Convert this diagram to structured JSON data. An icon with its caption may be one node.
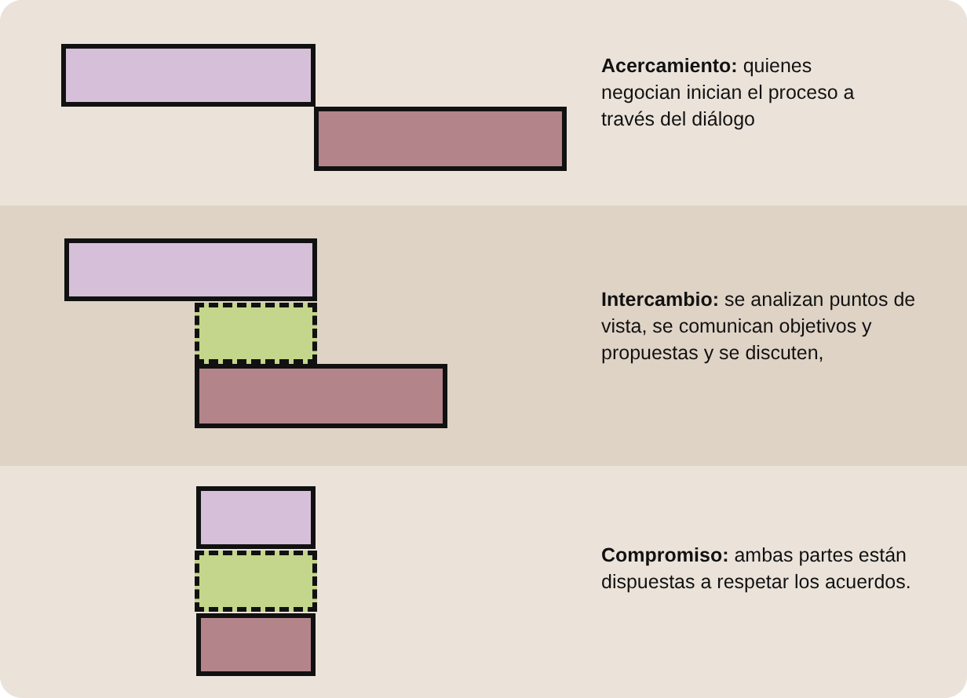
{
  "diagram": {
    "nodes": [
      {
        "text": [
          "**Acercamiento:** quienes negocian inician el proceso a través del diálogo"
        ]
      },
      {
        "text": [],
        "shape": "bar",
        "in": 0
      },
      {
        "text": [],
        "shape": "bar",
        "in": 0
      },
      {
        "text": [
          "**Intercambio:** se analizan puntos de vista, se comunican  objetivos y propuestas y se discuten,"
        ]
      },
      {
        "text": [],
        "shape": "bar",
        "in": 3
      },
      {
        "text": [],
        "shape": "bar",
        "in": 3
      },
      {
        "text": [],
        "shape": "bar",
        "in": 3
      },
      {
        "text": [
          "**Compromiso:** ambas partes están dispuestas a respetar los acuerdos."
        ]
      },
      {
        "text": [],
        "shape": "bar",
        "in": 7
      },
      {
        "text": [],
        "shape": "bar",
        "in": 7
      },
      {
        "text": [],
        "shape": "bar",
        "in": 7
      }
    ]
  }
}
